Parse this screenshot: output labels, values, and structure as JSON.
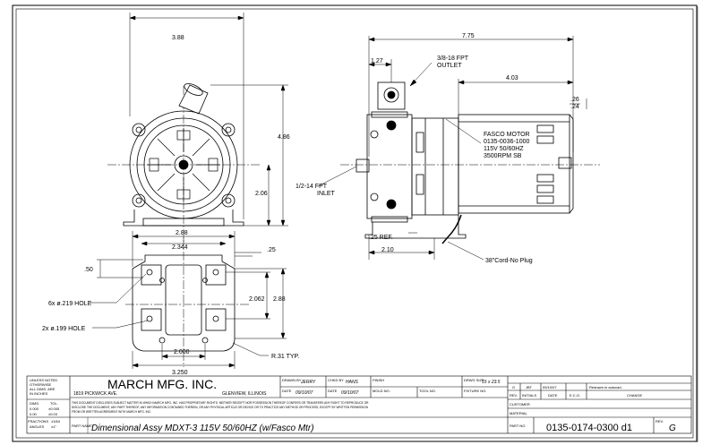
{
  "dims": {
    "width_388": "3.88",
    "width_775": "7.75",
    "d_127": "1.27",
    "d_403": "4.03",
    "d_026": ".26",
    "d_024": ".24",
    "d_486": "4.86",
    "d_206": "2.06",
    "d_288_top": "2.88",
    "d_2344": "2.344",
    "d_025": ".25",
    "d_050": ".50",
    "d_2062": "2.062",
    "d_288_side": "2.88",
    "d_2000": "2.000",
    "d_3250": "3.250",
    "d_025ref": ".25 REF.",
    "d_210": "2.10"
  },
  "callouts": {
    "outlet_line1": "3/8-18 FPT",
    "outlet_line2": "OUTLET",
    "inlet_line1": "1/2-14 FPT",
    "inlet_line2": "INLET",
    "motor_line1": "FASCO MOTOR",
    "motor_line2": "0135-0036-1000",
    "motor_line3": "115V 50/60HZ",
    "motor_line4": "3500RPM SB",
    "cord": "38\"Cord-No Plug",
    "hole_6x": "6x ø.219 HOLE",
    "hole_2x": "2x ø.199 HOLE",
    "radius": "R.31 TYP."
  },
  "title_block": {
    "unless_noted": "UNLESS NOTED",
    "otherwise": "OTHERWISE",
    "all_dims_are": "ALL DIMS. ARE",
    "in_inches": "IN INCHES",
    "dims": "DIMS.",
    "tol": "TOL.",
    "tol1_dim": "0.000",
    "tol1_val": "±0.005",
    "tol2_dim": "0.00",
    "tol2_val": "±0.03",
    "fractions": "FRACTIONS",
    "fractions_val": "±1/64",
    "angles": "ANGLES",
    "angles_val": "±1°",
    "company": "MARCH MFG. INC.",
    "address": "1819 PICKWICK AVE.",
    "city": "GLENVIEW, ILLINOIS",
    "disclaimer_1": "THIS DOCUMENT DISCLOSES SUBJECT MATTER IN WHICH MARCH MFG. INC. HAS PROPRIETARY RIGHTS. NEITHER RECEIPT NOR POSSESSION THEREOF CONFERS OR TRANSFERS ANY RIGHT TO REPRODUCE OR",
    "disclaimer_2": "DISCLOSE THE DOCUMENT, ANY PART THEREOF, ANY INFORMATION CONTAINED THEREIN, OR ANY PHYSICAL ARTICLE OR DEVICE OR TO PRACTICE ANY METHOD OR PROCESS, EXCEPT BY WRITTEN PERMISSION",
    "disclaimer_3": "FROM OR WRITTEN AGREEMENT WITH MARCH MFG. INC.",
    "drawn_by_label": "DRAWN BY",
    "drawn_by": "JERRY",
    "chkd_by_label": "CHKD BY",
    "chkd_by": "HANS",
    "date_label": "DATE",
    "drawn_date": "09/10/07",
    "chkd_date": "09/10/07",
    "finish_label": "FINISH",
    "mold_label": "MOLD NO.",
    "tool_label": "TOOL NO.",
    "drwg_size_label": "DRWG SIZE",
    "drwg_size": "15 x 23.5",
    "fixture_label": "FIXTURE NO.",
    "customer_label": "CUSTOMER",
    "material_label": "MATERIAL",
    "part_name_label": "PART NAME",
    "part_name": "Dimensional Assy MDXT-3 115V 50/60HZ (w/Fasco Mtr)",
    "part_no_label": "PART NO.",
    "part_no": "0135-0174-0300 d1",
    "rev_label": "REV.",
    "rev": "G",
    "rev_hdr": "REV.",
    "initials_hdr": "INITIALS",
    "date_hdr": "DATE",
    "eco_hdr": "E.C.O.",
    "change_hdr": "CHANGE",
    "rev_row_rev": "G",
    "rev_row_init": "JBT",
    "rev_row_date": "09/10/07",
    "rev_row_change": "Redrawn in autocad."
  }
}
